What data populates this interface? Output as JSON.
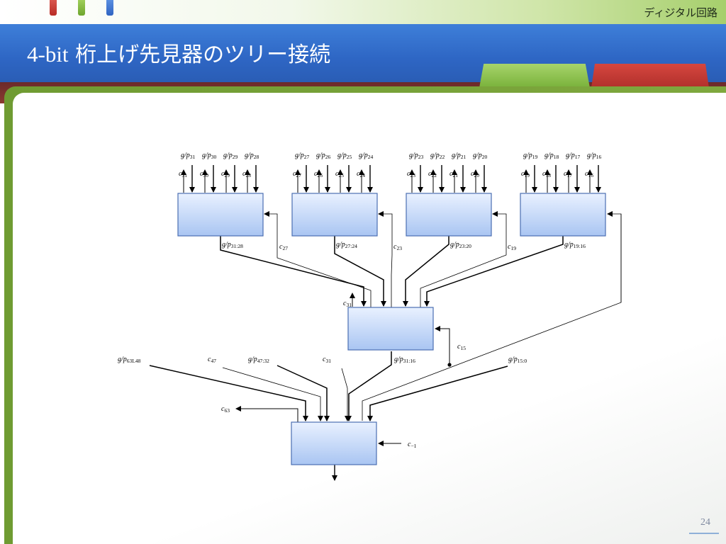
{
  "header": {
    "course": "ディジタル回路",
    "title_prefix": "4-bit",
    "title_rest": " 桁上げ先見器のツリー接続"
  },
  "page_number": "24",
  "diagram": {
    "top_groups": [
      {
        "gp_inputs": [
          {
            "v": "g/p",
            "s": "31"
          },
          {
            "v": "g/p",
            "s": "30"
          },
          {
            "v": "g/p",
            "s": "29"
          },
          {
            "v": "g/p",
            "s": "28"
          }
        ],
        "c_outputs": [
          {
            "v": "c",
            "s": "31"
          },
          {
            "v": "c",
            "s": "30"
          },
          {
            "v": "c",
            "s": "29"
          },
          {
            "v": "c",
            "s": "28"
          }
        ],
        "gp_out": {
          "v": "g/p",
          "s": "31:28"
        },
        "c_in": {
          "v": "c",
          "s": "27"
        }
      },
      {
        "gp_inputs": [
          {
            "v": "g/p",
            "s": "27"
          },
          {
            "v": "g/p",
            "s": "26"
          },
          {
            "v": "g/p",
            "s": "25"
          },
          {
            "v": "g/p",
            "s": "24"
          }
        ],
        "c_outputs": [
          {
            "v": "c",
            "s": "27"
          },
          {
            "v": "c",
            "s": "26"
          },
          {
            "v": "c",
            "s": "25"
          },
          {
            "v": "c",
            "s": "24"
          }
        ],
        "gp_out": {
          "v": "g/p",
          "s": "27:24"
        },
        "c_in": {
          "v": "c",
          "s": "23"
        }
      },
      {
        "gp_inputs": [
          {
            "v": "g/p",
            "s": "23"
          },
          {
            "v": "g/p",
            "s": "22"
          },
          {
            "v": "g/p",
            "s": "21"
          },
          {
            "v": "g/p",
            "s": "20"
          }
        ],
        "c_outputs": [
          {
            "v": "c",
            "s": "23"
          },
          {
            "v": "c",
            "s": "22"
          },
          {
            "v": "c",
            "s": "21"
          },
          {
            "v": "c",
            "s": "20"
          }
        ],
        "gp_out": {
          "v": "g/p",
          "s": "23:20"
        },
        "c_in": {
          "v": "c",
          "s": "19"
        }
      },
      {
        "gp_inputs": [
          {
            "v": "g/p",
            "s": "19"
          },
          {
            "v": "g/p",
            "s": "18"
          },
          {
            "v": "g/p",
            "s": "17"
          },
          {
            "v": "g/p",
            "s": "16"
          }
        ],
        "c_outputs": [
          {
            "v": "c",
            "s": "19"
          },
          {
            "v": "c",
            "s": "18"
          },
          {
            "v": "c",
            "s": "17"
          },
          {
            "v": "c",
            "s": "16"
          }
        ],
        "gp_out": {
          "v": "g/p",
          "s": "19:16"
        },
        "c_in": null
      }
    ],
    "middle": {
      "c_out": {
        "v": "c",
        "s": "31"
      },
      "c_in": {
        "v": "c",
        "s": "15"
      },
      "gp_out": {
        "v": "g/p",
        "s": "31:16"
      }
    },
    "bottom": {
      "inputs": [
        {
          "v": "g/p",
          "s": "63L48"
        },
        {
          "v": "c",
          "s": "47"
        },
        {
          "v": "g/p",
          "s": "47:32"
        },
        {
          "v": "c",
          "s": "31"
        },
        {
          "v": "g/p",
          "s": "15:0"
        }
      ],
      "c_out": {
        "v": "c",
        "s": "63"
      },
      "c_in": {
        "v": "c",
        "s": "−1"
      }
    }
  }
}
